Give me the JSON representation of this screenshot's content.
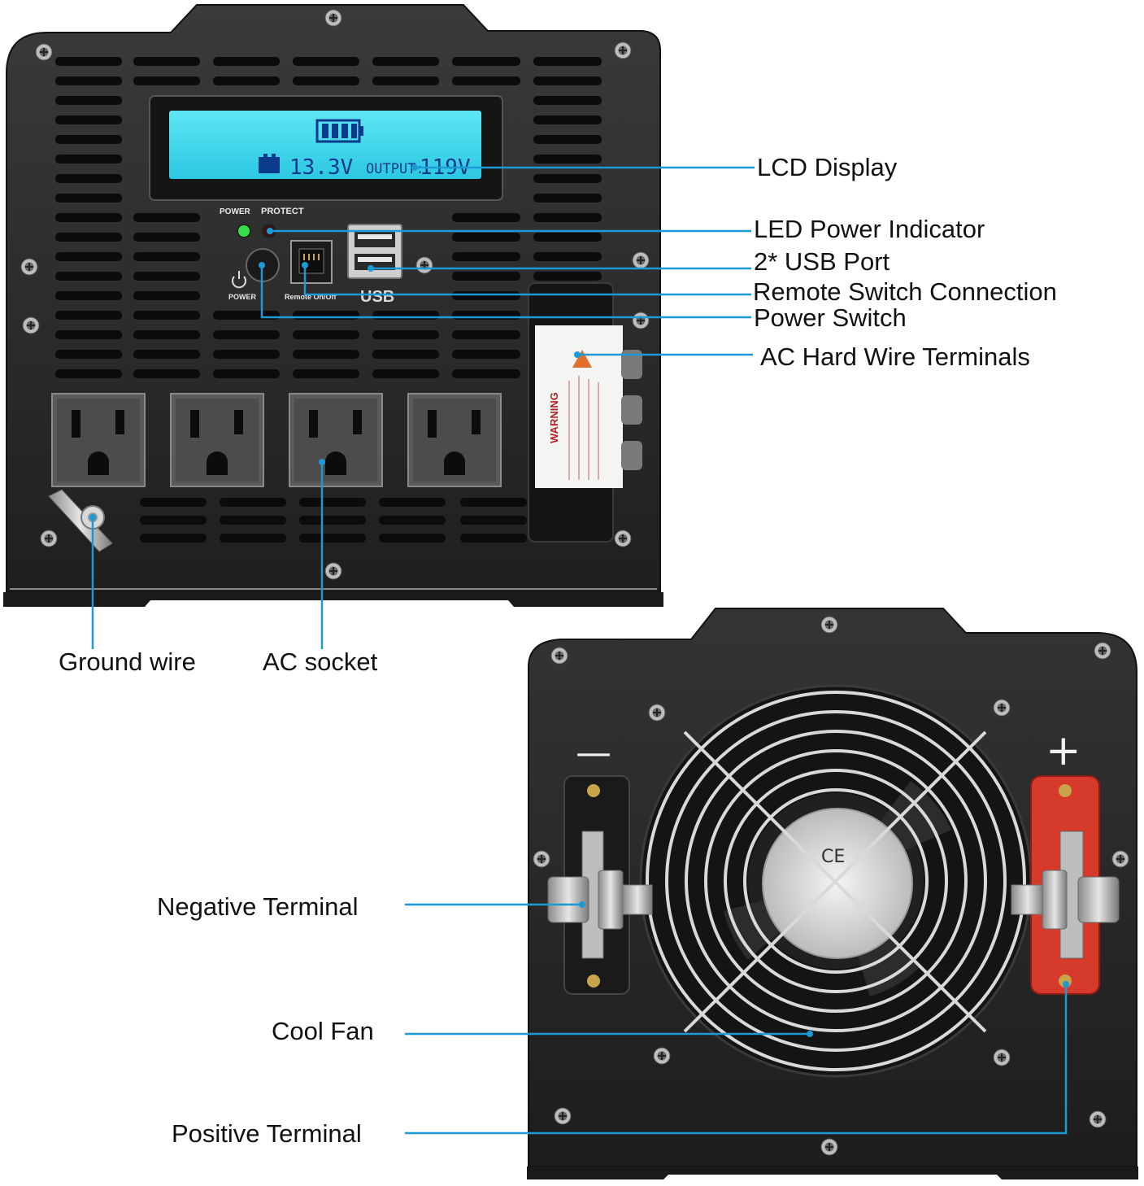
{
  "front_panel": {
    "lcd": {
      "voltage_reading": "13.3V",
      "output_label": "OUTPUT:",
      "output_reading": "119V"
    },
    "indicator_labels": {
      "power": "POWER",
      "protect": "PROTECT"
    },
    "switch_label": "POWER",
    "remote_label": "Remote On/Off",
    "usb_label": "USB",
    "warning_title": "WARNING",
    "outlet_count": 4
  },
  "rear_panel": {
    "negative_symbol": "—",
    "positive_symbol": "+",
    "fan_mark": "CE"
  },
  "callouts": {
    "lcd_display": "LCD Display",
    "led_power_indicator": "LED Power Indicator",
    "usb_port": "2* USB Port",
    "remote_switch": "Remote Switch Connection",
    "power_switch": "Power Switch",
    "ac_hard_wire": "AC Hard Wire Terminals",
    "ground_wire": "Ground wire",
    "ac_socket": "AC socket",
    "negative_terminal": "Negative Terminal",
    "cool_fan": "Cool Fan",
    "positive_terminal": "Positive Terminal"
  },
  "colors": {
    "leader": "#1b9ad6",
    "lcd_backlight": "#38d9ee",
    "chassis": "#2b2b2b",
    "positive_terminal": "#d63a2a",
    "power_led": "#35e04a"
  }
}
